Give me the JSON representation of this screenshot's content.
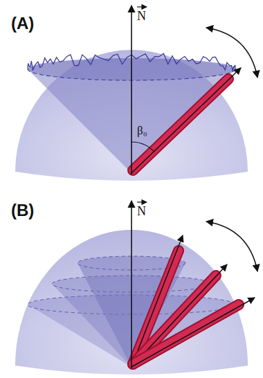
{
  "diagram": {
    "labels": [
      "(A)",
      "N",
      "β₀",
      "(B)",
      "N"
    ]
  }
}
